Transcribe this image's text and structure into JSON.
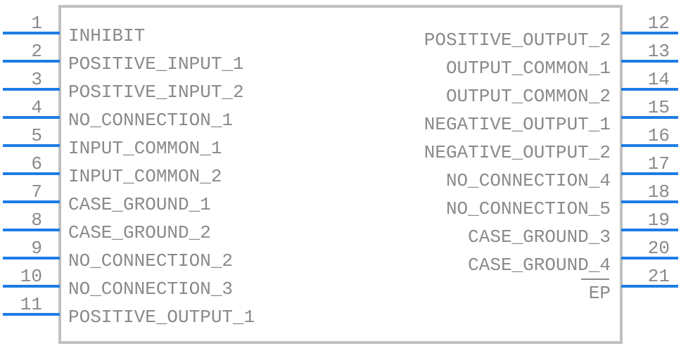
{
  "colors": {
    "pin": "#1e7ce6",
    "body_stroke": "#c0c0c0",
    "text": "#8a8a8a"
  },
  "left_pins": [
    {
      "number": "1",
      "label": "INHIBIT"
    },
    {
      "number": "2",
      "label": "POSITIVE_INPUT_1"
    },
    {
      "number": "3",
      "label": "POSITIVE_INPUT_2"
    },
    {
      "number": "4",
      "label": "NO_CONNECTION_1"
    },
    {
      "number": "5",
      "label": "INPUT_COMMON_1"
    },
    {
      "number": "6",
      "label": "INPUT_COMMON_2"
    },
    {
      "number": "7",
      "label": "CASE_GROUND_1"
    },
    {
      "number": "8",
      "label": "CASE_GROUND_2"
    },
    {
      "number": "9",
      "label": "NO_CONNECTION_2"
    },
    {
      "number": "10",
      "label": "NO_CONNECTION_3"
    },
    {
      "number": "11",
      "label": "POSITIVE_OUTPUT_1"
    }
  ],
  "right_pins": [
    {
      "number": "12",
      "label": "POSITIVE_OUTPUT_2"
    },
    {
      "number": "13",
      "label": "OUTPUT_COMMON_1"
    },
    {
      "number": "14",
      "label": "OUTPUT_COMMON_2"
    },
    {
      "number": "15",
      "label": "NEGATIVE_OUTPUT_1"
    },
    {
      "number": "16",
      "label": "NEGATIVE_OUTPUT_2"
    },
    {
      "number": "17",
      "label": "NO_CONNECTION_4"
    },
    {
      "number": "18",
      "label": "NO_CONNECTION_5"
    },
    {
      "number": "19",
      "label": "CASE_GROUND_3"
    },
    {
      "number": "20",
      "label": "CASE_GROUND_4"
    },
    {
      "number": "21",
      "label": "EP"
    }
  ]
}
